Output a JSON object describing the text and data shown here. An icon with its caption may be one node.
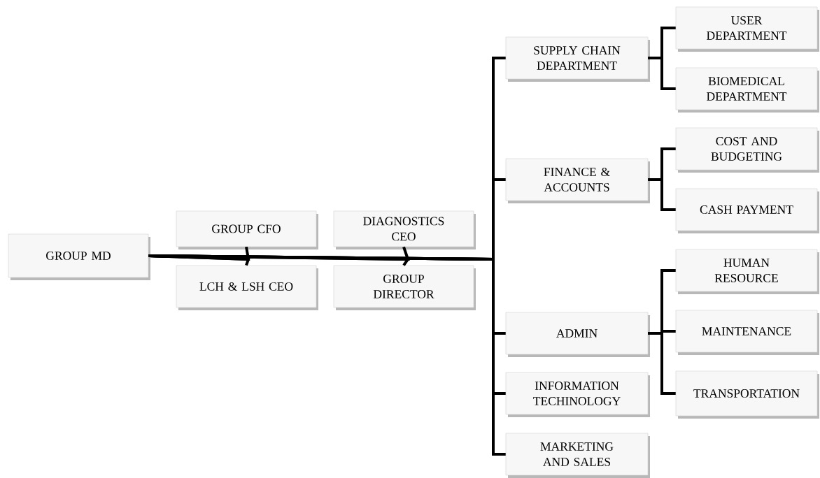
{
  "diagram": {
    "nodes": [
      {
        "text": [
          "GROUP MD"
        ]
      },
      {
        "text": [
          "GROUP CFO"
        ]
      },
      {
        "text": [
          "LCH & LSH CEO"
        ]
      },
      {
        "text": [
          "DIAGNOSTICS CEO"
        ]
      },
      {
        "text": [
          "GROUP DIRECTOR"
        ]
      },
      {
        "text": [
          "SUPPLY CHAIN DEPARTMENT"
        ]
      },
      {
        "text": [
          "USER DEPARTMENT"
        ]
      },
      {
        "text": [
          "BIOMEDICAL DEPARTMENT"
        ]
      },
      {
        "text": [
          "FINANCE & ACCOUNTS"
        ]
      },
      {
        "text": [
          "COST AND BUDGETING"
        ]
      },
      {
        "text": [
          "CASH PAYMENT"
        ]
      },
      {
        "text": [
          "ADMIN"
        ]
      },
      {
        "text": [
          "HUMAN RESOURCE"
        ]
      },
      {
        "text": [
          "MAINTENANCE"
        ]
      },
      {
        "text": [
          "TRANSPORTATION"
        ]
      },
      {
        "text": [
          "INFORMATION TECHINOLOGY"
        ]
      },
      {
        "text": [
          "MARKETING AND SALES"
        ]
      }
    ],
    "edges": [
      {
        "from": 0,
        "to": 1,
        "arrow": "none"
      },
      {
        "from": 0,
        "to": 2,
        "arrow": "none"
      },
      {
        "from": 0,
        "to": 3,
        "arrow": "none"
      },
      {
        "from": 0,
        "to": 4,
        "arrow": "none"
      },
      {
        "from": 0,
        "to": 5,
        "arrow": "none"
      },
      {
        "from": 0,
        "to": 8,
        "arrow": "none"
      },
      {
        "from": 0,
        "to": 11,
        "arrow": "none"
      },
      {
        "from": 0,
        "to": 15,
        "arrow": "none"
      },
      {
        "from": 0,
        "to": 16,
        "arrow": "none"
      },
      {
        "from": 5,
        "to": 6,
        "arrow": "none"
      },
      {
        "from": 5,
        "to": 7,
        "arrow": "none"
      },
      {
        "from": 8,
        "to": 9,
        "arrow": "none"
      },
      {
        "from": 8,
        "to": 10,
        "arrow": "none"
      },
      {
        "from": 11,
        "to": 12,
        "arrow": "none"
      },
      {
        "from": 11,
        "to": 13,
        "arrow": "none"
      },
      {
        "from": 11,
        "to": 14,
        "arrow": "none"
      }
    ]
  }
}
